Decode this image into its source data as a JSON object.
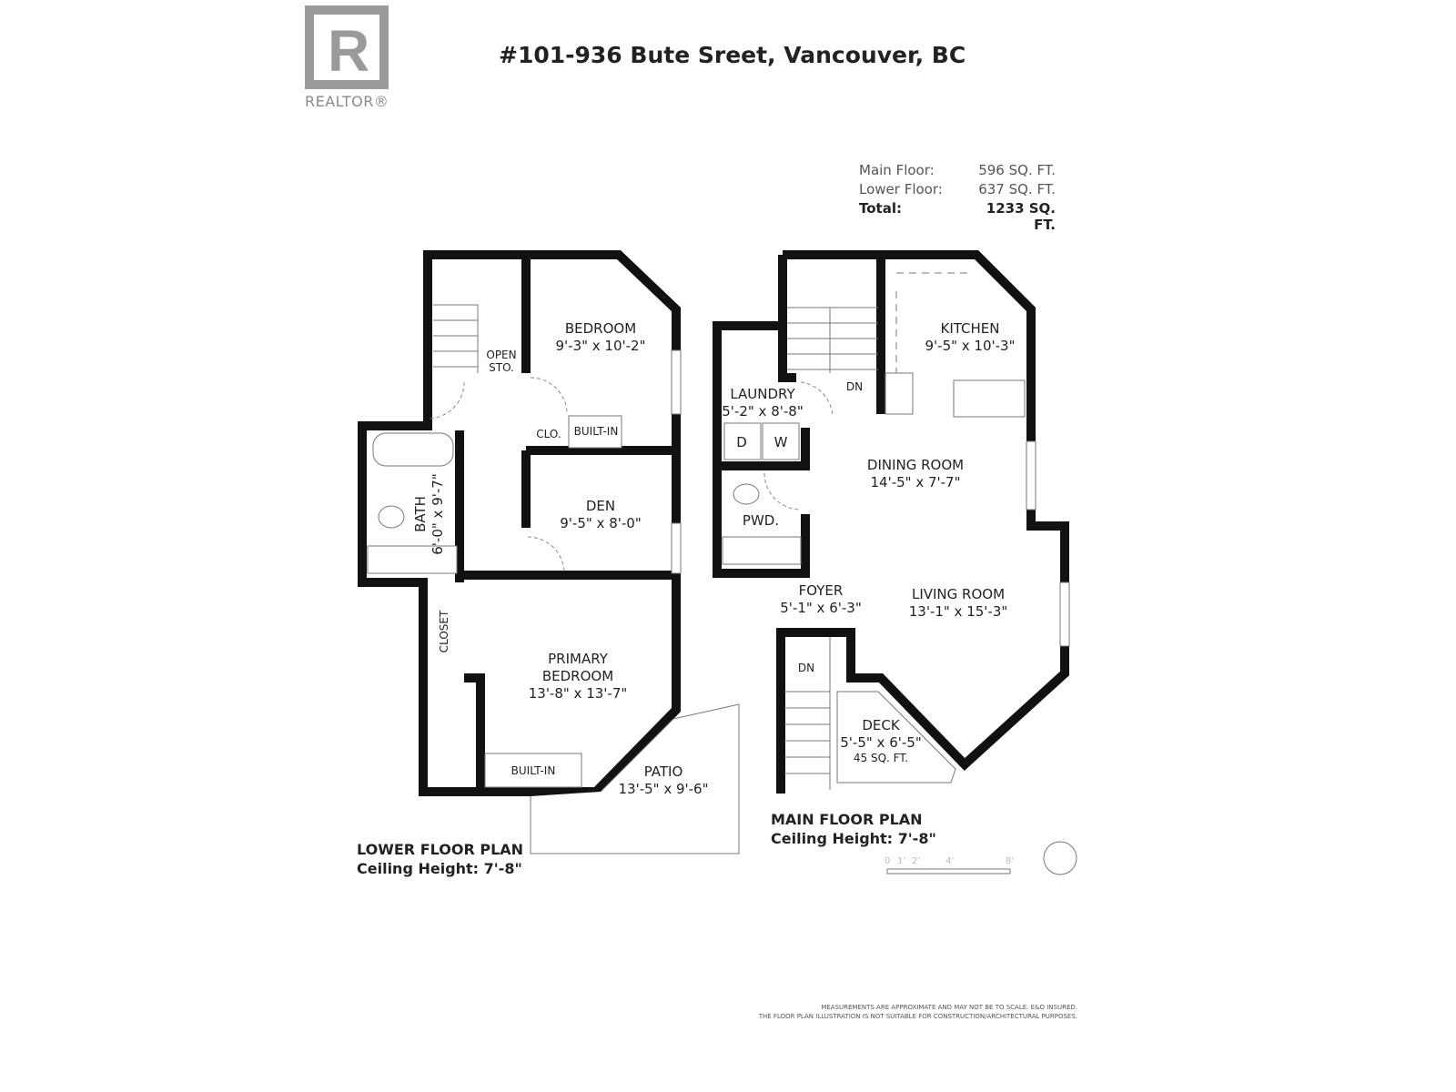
{
  "header": {
    "title": "#101-936 Bute Sreet, Vancouver, BC",
    "logo_text": "REALTOR®"
  },
  "area_summary": [
    {
      "label": "Main Floor:",
      "value": "596 SQ. FT."
    },
    {
      "label": "Lower Floor:",
      "value": "637 SQ. FT."
    },
    {
      "label": "Total:",
      "value": "1233 SQ. FT."
    }
  ],
  "lower_floor": {
    "label": "LOWER FLOOR PLAN",
    "ceiling": "Ceiling Height: 7'-8\"",
    "rooms": {
      "bedroom": {
        "name": "BEDROOM",
        "dims": "9'-3\" x 10'-2\""
      },
      "open_sto": {
        "name": "OPEN",
        "name2": "STO."
      },
      "clo": {
        "name": "CLO."
      },
      "built_in_1": {
        "name": "BUILT-IN"
      },
      "bath": {
        "name": "BATH",
        "dims": "6'-0\" x 9'-7\""
      },
      "den": {
        "name": "DEN",
        "dims": "9'-5\" x 8'-0\""
      },
      "closet": {
        "name": "CLOSET"
      },
      "primary": {
        "name": "PRIMARY",
        "name2": "BEDROOM",
        "dims": "13'-8\" x 13'-7\""
      },
      "built_in_2": {
        "name": "BUILT-IN"
      },
      "patio": {
        "name": "PATIO",
        "dims": "13'-5\" x 9'-6\""
      }
    }
  },
  "main_floor": {
    "label": "MAIN FLOOR PLAN",
    "ceiling": "Ceiling Height: 7'-8\"",
    "rooms": {
      "kitchen": {
        "name": "KITCHEN",
        "dims": "9'-5\" x 10'-3\""
      },
      "laundry": {
        "name": "LAUNDRY",
        "dims": "5'-2\" x 8'-8\""
      },
      "dryer": {
        "name": "D"
      },
      "washer": {
        "name": "W"
      },
      "dining": {
        "name": "DINING ROOM",
        "dims": "14'-5\" x 7'-7\""
      },
      "pwd": {
        "name": "PWD."
      },
      "foyer": {
        "name": "FOYER",
        "dims": "5'-1\" x 6'-3\""
      },
      "living": {
        "name": "LIVING ROOM",
        "dims": "13'-1\" x 15'-3\""
      },
      "deck": {
        "name": "DECK",
        "dims": "5'-5\" x 6'-5\"",
        "area": "45 SQ. FT."
      },
      "stair_up_dn": {
        "name": "DN"
      },
      "stair_down_dn": {
        "name": "DN"
      }
    }
  },
  "scale": {
    "ticks": [
      "0",
      "1'",
      "2'",
      "4'",
      "8'"
    ]
  },
  "disclaimer": [
    "MEASUREMENTS ARE APPROXIMATE AND MAY NOT BE TO SCALE. E&O INSURED.",
    "THE FLOOR PLAN ILLUSTRATION IS NOT SUITABLE FOR CONSTRUCTION/ARCHITECTURAL PURPOSES."
  ]
}
